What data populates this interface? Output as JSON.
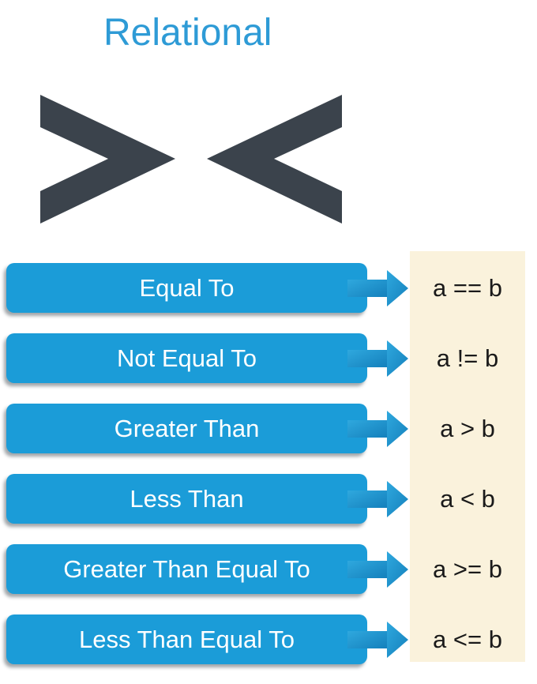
{
  "title": "Relational",
  "symbol": "> <",
  "colors": {
    "title_text": "#2E9BD6",
    "symbol_glyph": "#3B434C",
    "pill_background": "#1B9CD8",
    "pill_text": "#FFFFFF",
    "arrow_gradient_light": "#2FA8DE",
    "arrow_gradient_dark": "#1480BC",
    "expression_panel_background": "#FAF2DC",
    "expression_text": "#1A1A1A"
  },
  "rows": [
    {
      "label": "Equal To",
      "expression": "a == b"
    },
    {
      "label": "Not Equal To",
      "expression": "a != b"
    },
    {
      "label": "Greater Than",
      "expression": "a > b"
    },
    {
      "label": "Less Than",
      "expression": "a < b"
    },
    {
      "label": "Greater Than Equal To",
      "expression": "a >= b"
    },
    {
      "label": "Less Than Equal To",
      "expression": "a <= b"
    }
  ]
}
